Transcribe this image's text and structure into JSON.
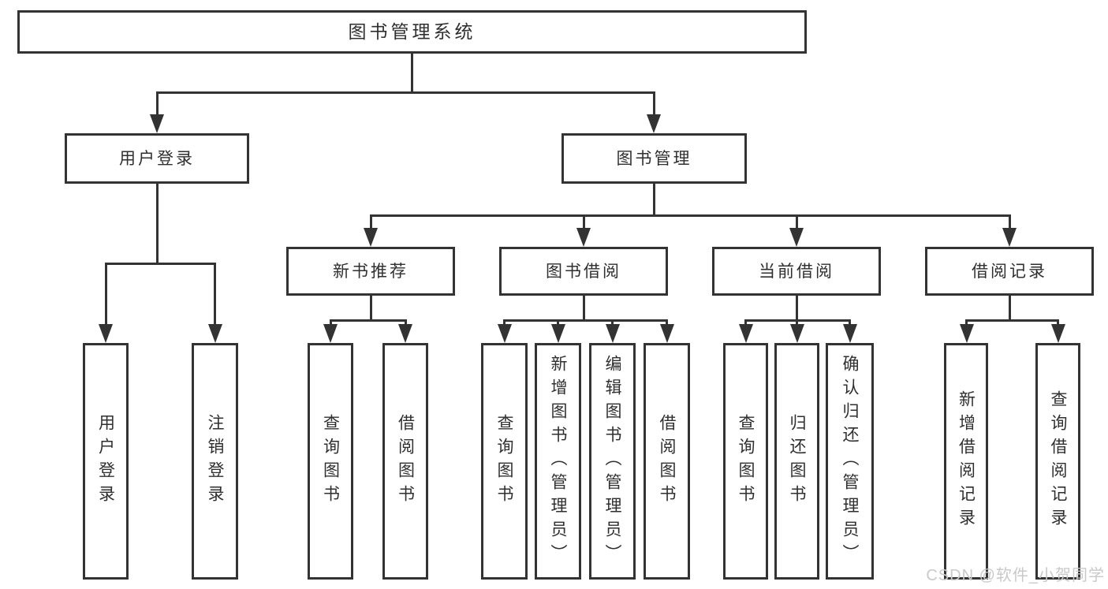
{
  "diagram": {
    "root": "图书管理系统",
    "level2": [
      "用户登录",
      "图书管理"
    ],
    "level3": [
      "新书推荐",
      "图书借阅",
      "当前借阅",
      "借阅记录"
    ],
    "level4": {
      "user_login": [
        "用户登录",
        "注销登录"
      ],
      "new_book": [
        "查询图书",
        "借阅图书"
      ],
      "book_borrow": [
        "查询图书",
        "新增图书（管理员）",
        "编辑图书（管理员）",
        "借阅图书"
      ],
      "current_borrow": [
        "查询图书",
        "归还图书",
        "确认归还（管理员）"
      ],
      "borrow_records": [
        "新增借阅记录",
        "查询借阅记录"
      ]
    }
  },
  "watermark": "CSDN @软件_小贺同学",
  "colors": {
    "line": "#333333",
    "text": "#2f2f2f",
    "watermark": "#c9c9c9",
    "background": "#ffffff"
  }
}
